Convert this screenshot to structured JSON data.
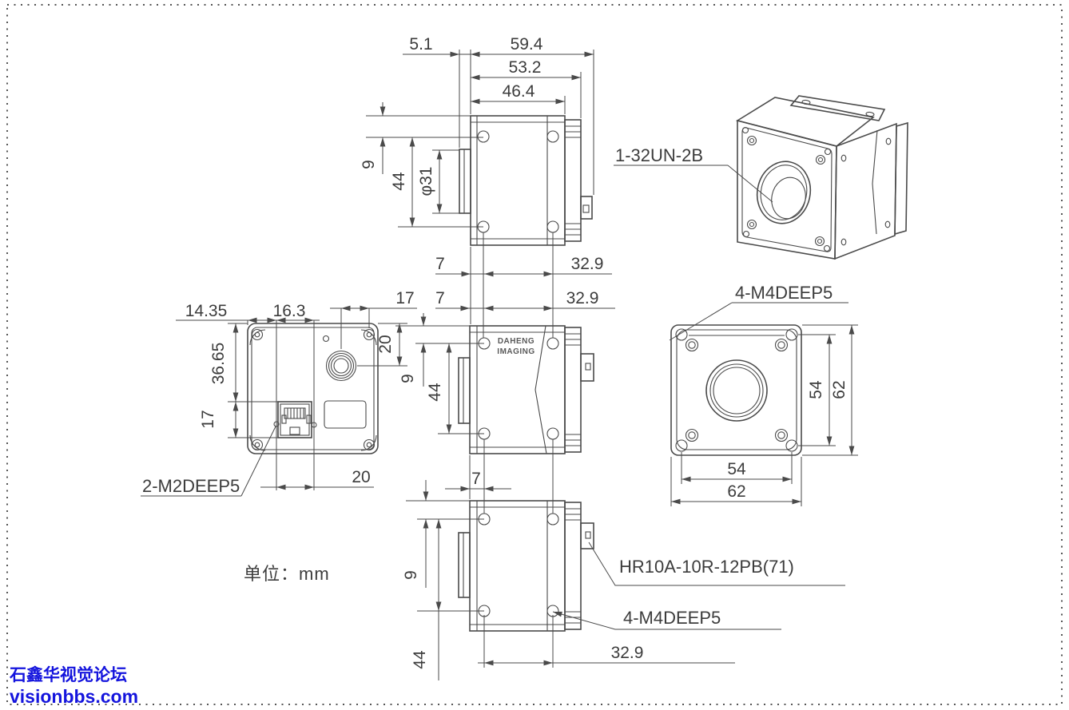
{
  "drawing": {
    "unit_note": "单位：mm",
    "watermark": {
      "line1": "石鑫华视觉论坛",
      "line2": "visionbbs.com",
      "color": "#1414dd"
    },
    "logo": {
      "line1": "DAHENG",
      "line2": "IMAGING"
    },
    "labels": {
      "lens_thread": "1-32UN-2B",
      "back_holes": "2-M2DEEP5",
      "front_holes": "4-M4DEEP5",
      "side_holes": "4-M4DEEP5",
      "io_connector": "HR10A-10R-12PB(71)"
    },
    "colors": {
      "line": "#4a4a4a",
      "text": "#3c3c3c"
    },
    "views": {
      "side_top": {
        "d_5_1": "5.1",
        "d_59_4": "59.4",
        "d_53_2": "53.2",
        "d_46_4": "46.4",
        "d_9": "9",
        "d_44": "44",
        "d_dia31": "φ31",
        "d_7": "7",
        "d_32_9": "32.9"
      },
      "side_mid": {
        "d_7": "7",
        "d_32_9": "32.9",
        "d_9": "9",
        "d_44": "44"
      },
      "side_bottom": {
        "d_7": "7",
        "d_9": "9",
        "d_44": "44",
        "d_32_9": "32.9"
      },
      "back": {
        "d_14_35": "14.35",
        "d_16_3": "16.3",
        "d_17_top": "17",
        "d_20_right": "20",
        "d_36_65": "36.65",
        "d_17_left": "17",
        "d_20_bottom": "20"
      },
      "front": {
        "d_54_v": "54",
        "d_62_v": "62",
        "d_54_h": "54",
        "d_62_h": "62"
      }
    }
  }
}
